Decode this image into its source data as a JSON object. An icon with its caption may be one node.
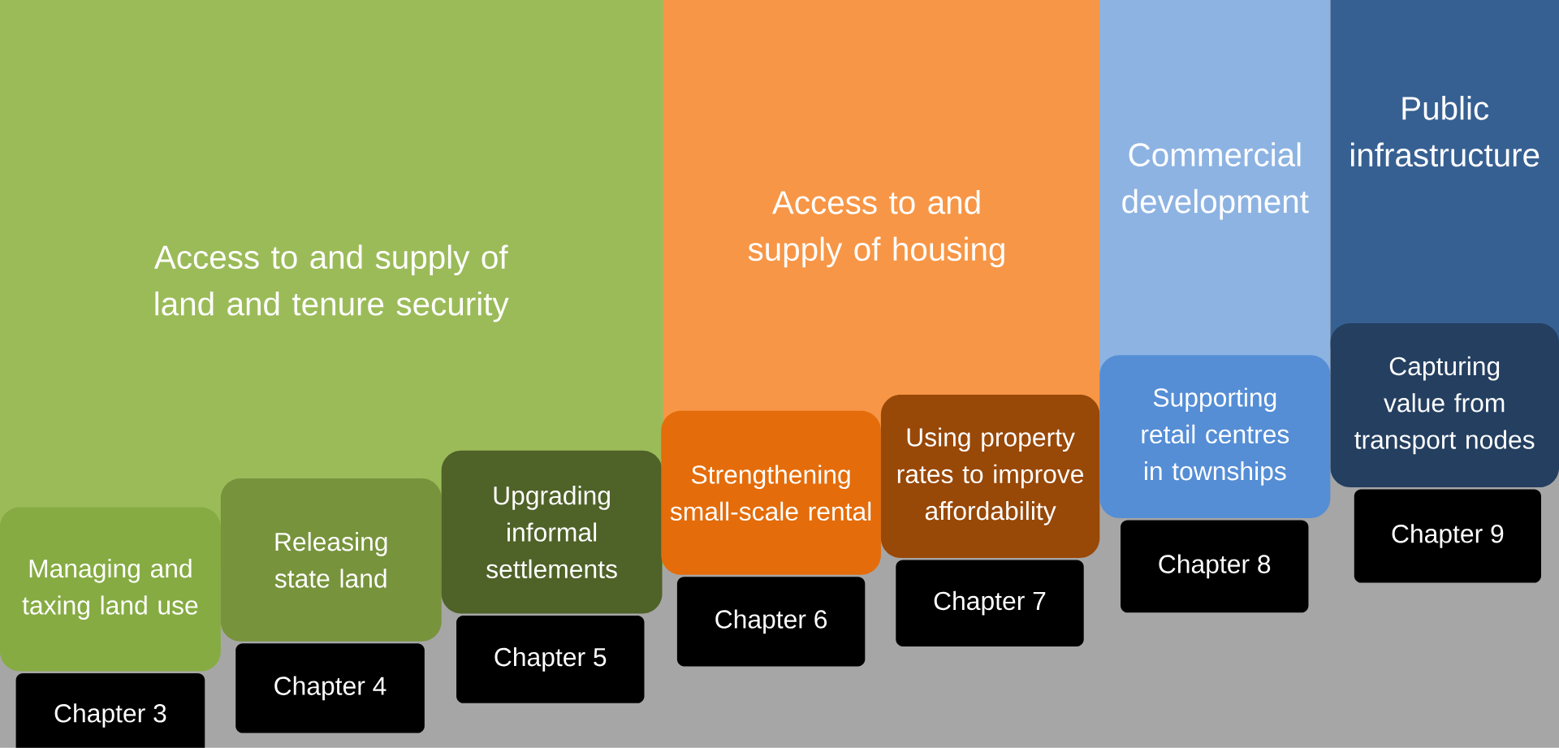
{
  "diagram": {
    "nodes": [
      {
        "text": [
          "Access to and supply of land and tenure security"
        ]
      },
      {
        "text": [
          "Access to and supply of housing"
        ]
      },
      {
        "text": [
          "Commercial development"
        ]
      },
      {
        "text": [
          "Public infrastructure"
        ]
      },
      {
        "text": [
          "Managing and taxing land use"
        ]
      },
      {
        "text": [
          "Releasing state land"
        ]
      },
      {
        "text": [
          "Upgrading informal settlements"
        ]
      },
      {
        "text": [
          "Strengthening small-scale rental"
        ]
      },
      {
        "text": [
          "Using property rates to improve affordability"
        ]
      },
      {
        "text": [
          "Supporting retail centres in townships"
        ]
      },
      {
        "text": [
          "Capturing value from transport nodes"
        ]
      },
      {
        "text": [
          "Chapter 3"
        ]
      },
      {
        "text": [
          "Chapter 4"
        ]
      },
      {
        "text": [
          "Chapter 5"
        ]
      },
      {
        "text": [
          "Chapter 6"
        ]
      },
      {
        "text": [
          "Chapter 7"
        ]
      },
      {
        "text": [
          "Chapter 8"
        ]
      },
      {
        "text": [
          "Chapter 9"
        ]
      }
    ],
    "edges": []
  }
}
